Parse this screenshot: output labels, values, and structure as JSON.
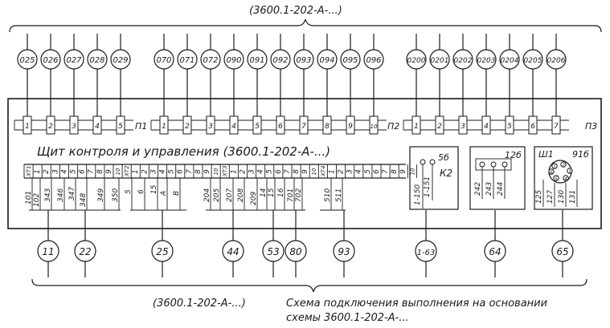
{
  "titles": {
    "top": "(3600.1-202-A-...)",
    "panel": "Щит контроля и управления (3600.1-202-A-...)",
    "bottom_ref": "(3600.1-202-A-...)",
    "caption_line1": "Схема подключения выполнения на основании",
    "caption_line2": "схемы 3600.1-202-A-..."
  },
  "top_cables": {
    "group1": [
      "025",
      "026",
      "027",
      "028",
      "029"
    ],
    "group2": [
      "070",
      "071",
      "072",
      "090",
      "091",
      "092",
      "093",
      "094",
      "095",
      "096"
    ],
    "group3": [
      "0200",
      "0201",
      "0202",
      "0203",
      "0204",
      "0205",
      "0206"
    ]
  },
  "plugs": {
    "p1": {
      "label": "П1",
      "pins": [
        "1",
        "2",
        "3",
        "4",
        "5"
      ]
    },
    "p2": {
      "label": "П2",
      "pins": [
        "1",
        "2",
        "3",
        "4",
        "5",
        "6",
        "7",
        "8",
        "9",
        "10"
      ]
    },
    "p3": {
      "label": "П3",
      "pins": [
        "1",
        "2",
        "3",
        "4",
        "5",
        "6",
        "7"
      ]
    }
  },
  "terminal_strip": {
    "xt1": [
      "XT1",
      "1",
      "2",
      "3",
      "4",
      "5",
      "6",
      "7",
      "8",
      "9",
      "10"
    ],
    "xt2": [
      "XT2",
      "1",
      "2",
      "3",
      "4",
      "5",
      "6",
      "7",
      "8",
      "9",
      "10"
    ],
    "xt3": [
      "XT3",
      "1",
      "2",
      "3",
      "4",
      "5",
      "6",
      "7",
      "8",
      "9",
      "10"
    ],
    "xt4": [
      "XT4",
      "1",
      "2",
      "3",
      "4",
      "5",
      "6",
      "7",
      "8",
      "9",
      "10"
    ]
  },
  "wire_labels": {
    "w101": "101",
    "w102": "102",
    "w343": "343",
    "w346": "346",
    "w347": "347",
    "w348": "348",
    "w349": "349",
    "w350": "350",
    "w5": "5",
    "w6": "6",
    "w15": "15",
    "wA": "A",
    "wB": "B",
    "w204": "204",
    "w205": "205",
    "w207": "207",
    "w208": "208",
    "w209": "209",
    "w14": "14",
    "w15b": "15",
    "w16": "16",
    "w701": "701",
    "w702": "702",
    "w510": "510",
    "w511": "511"
  },
  "boxes": {
    "k2": {
      "ref": "5б",
      "name": "К2",
      "wires": [
        "1-150",
        "1-151"
      ]
    },
    "b128": {
      "ref": "12б",
      "wires": [
        "242",
        "243",
        "244"
      ]
    },
    "w1": {
      "ref": "91б",
      "name": "Ш1",
      "pins": [
        "1",
        "2",
        "3",
        "4",
        "5",
        "6"
      ],
      "wires": [
        "125",
        "127",
        "130",
        "131"
      ]
    }
  },
  "bottom_cables": [
    "11",
    "22",
    "25",
    "44",
    "53",
    "80",
    "93",
    "1-63",
    "64",
    "65"
  ]
}
